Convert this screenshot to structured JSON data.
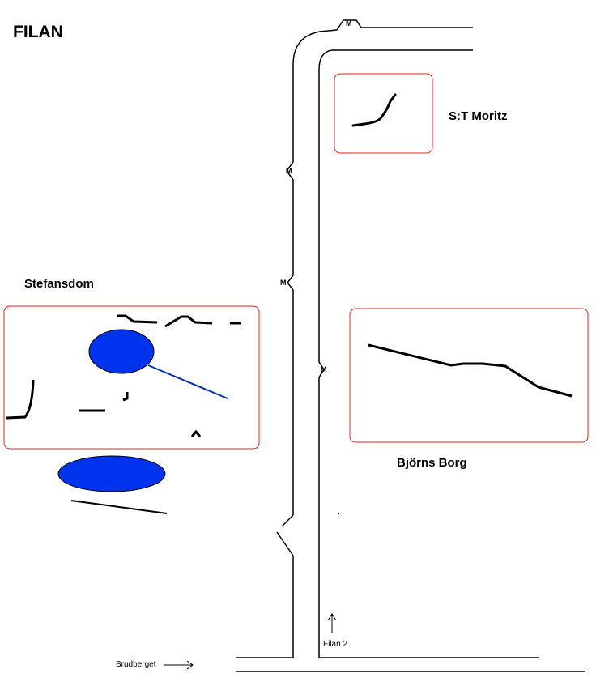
{
  "title": "FILAN",
  "areas": {
    "st_moritz": "S:T Moritz",
    "stefansdom": "Stefansdom",
    "bjorns_borg": "Björns Borg"
  },
  "markers": {
    "m_top": "M",
    "m_1": "M",
    "m_2": "M",
    "m_3": "M"
  },
  "directions": {
    "brudberget": "Brudberget",
    "filan2": "Filan 2"
  },
  "colors": {
    "area_border": "#e02020",
    "water": "#0033ee",
    "line": "#0033aa"
  }
}
